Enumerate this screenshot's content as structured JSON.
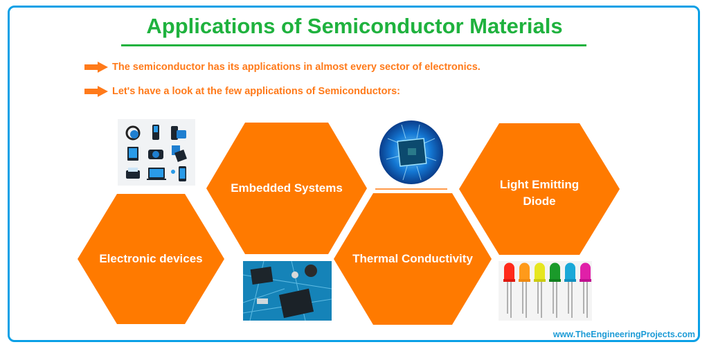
{
  "title": "Applications of Semiconductor Materials",
  "bullets": [
    {
      "icon": "arrow-right-icon",
      "text": "The semiconductor has its applications in almost every sector of electronics."
    },
    {
      "icon": "arrow-right-icon",
      "text": "Let's have a look at the few applications of Semiconductors:"
    }
  ],
  "applications": [
    {
      "label": "Electronic devices",
      "image": "electronic-devices-icons"
    },
    {
      "label": "Embedded Systems",
      "image": "circuit-board-photo"
    },
    {
      "label": "Thermal Conductivity",
      "image": "cpu-chip-photo"
    },
    {
      "label": "Light Emitting Diode",
      "label_lines": [
        "Light Emitting",
        "Diode"
      ],
      "image": "colored-leds-photo"
    }
  ],
  "footer": "www.TheEngineeringProjects.com",
  "colors": {
    "title": "#1fb23e",
    "accent": "#ff7a1a",
    "hexagon": "#ff7a00",
    "frame": "#0aa0e6",
    "footer": "#1c9bd6"
  }
}
